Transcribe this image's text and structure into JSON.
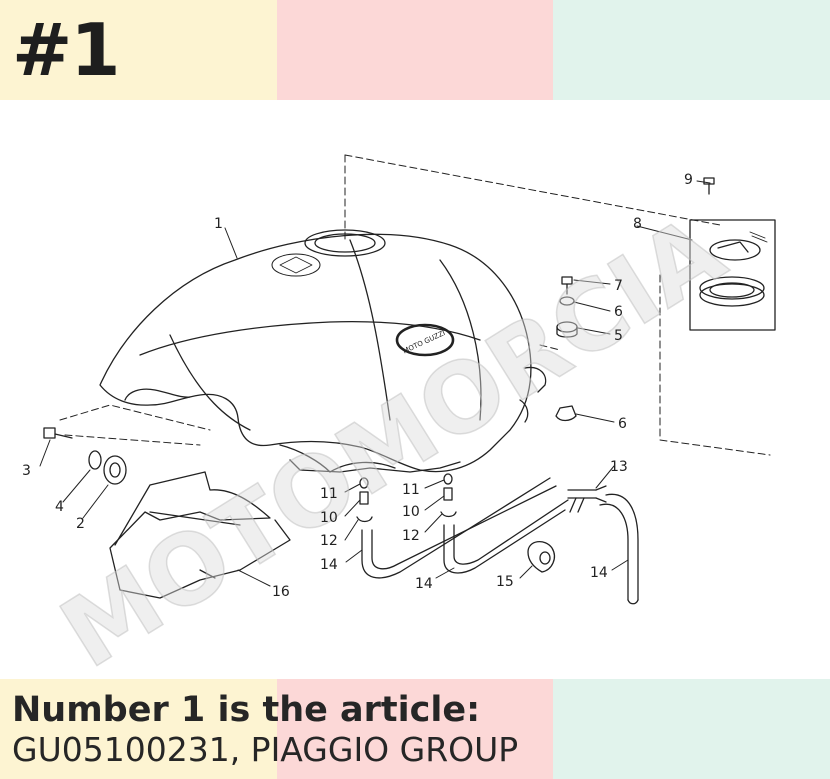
{
  "header": {
    "badge": "#1"
  },
  "caption": {
    "line1": "Number 1 is the article:",
    "line2": "GU05100231, PIAGGIO GROUP"
  },
  "diagram": {
    "callouts": [
      "1",
      "2",
      "3",
      "4",
      "5",
      "6",
      "6",
      "7",
      "8",
      "9",
      "10",
      "10",
      "11",
      "11",
      "12",
      "12",
      "13",
      "14",
      "14",
      "14",
      "15",
      "16"
    ],
    "watermark": "MOTOMORCIA",
    "emblem_text": "MOTO GUZZI"
  },
  "colors": {
    "band_yellow": "#fdf4d2",
    "band_pink": "#fcd8d7",
    "band_green": "#e1f3ec",
    "text": "#262626"
  }
}
